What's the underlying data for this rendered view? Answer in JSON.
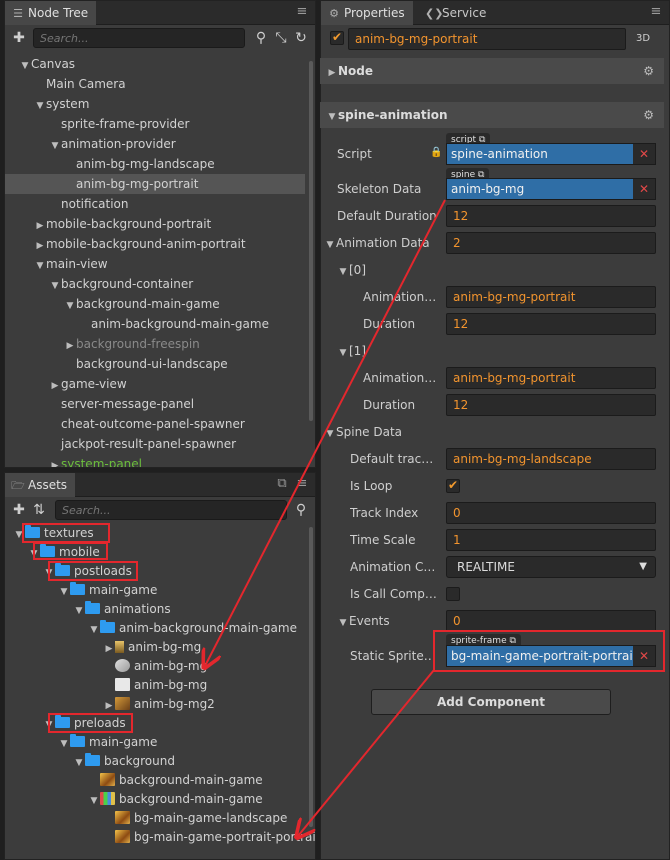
{
  "node_tree": {
    "tab_label": "Node Tree",
    "search_placeholder": "Search...",
    "items": [
      {
        "label": "Canvas",
        "depth": 1,
        "arrow": "down"
      },
      {
        "label": "Main Camera",
        "depth": 2,
        "arrow": ""
      },
      {
        "label": "system",
        "depth": 2,
        "arrow": "down"
      },
      {
        "label": "sprite-frame-provider",
        "depth": 3,
        "arrow": ""
      },
      {
        "label": "animation-provider",
        "depth": 3,
        "arrow": "down"
      },
      {
        "label": "anim-bg-mg-landscape",
        "depth": 4,
        "arrow": ""
      },
      {
        "label": "anim-bg-mg-portrait",
        "depth": 4,
        "arrow": "",
        "selected": true
      },
      {
        "label": "notification",
        "depth": 3,
        "arrow": ""
      },
      {
        "label": "mobile-background-portrait",
        "depth": 2,
        "arrow": "right"
      },
      {
        "label": "mobile-background-anim-portrait",
        "depth": 2,
        "arrow": "right"
      },
      {
        "label": "main-view",
        "depth": 2,
        "arrow": "down"
      },
      {
        "label": "background-container",
        "depth": 3,
        "arrow": "down"
      },
      {
        "label": "background-main-game",
        "depth": 4,
        "arrow": "down"
      },
      {
        "label": "anim-background-main-game",
        "depth": 5,
        "arrow": ""
      },
      {
        "label": "background-freespin",
        "depth": 4,
        "arrow": "right",
        "dim": true
      },
      {
        "label": "background-ui-landscape",
        "depth": 4,
        "arrow": ""
      },
      {
        "label": "game-view",
        "depth": 3,
        "arrow": "right"
      },
      {
        "label": "server-message-panel",
        "depth": 3,
        "arrow": ""
      },
      {
        "label": "cheat-outcome-panel-spawner",
        "depth": 3,
        "arrow": ""
      },
      {
        "label": "jackpot-result-panel-spawner",
        "depth": 3,
        "arrow": ""
      },
      {
        "label": "system-panel",
        "depth": 3,
        "arrow": "right",
        "green": true
      }
    ]
  },
  "assets": {
    "tab_label": "Assets",
    "search_placeholder": "Search...",
    "items": [
      {
        "label": "textures",
        "depth": 1,
        "arrow": "down",
        "icon": "folder"
      },
      {
        "label": "mobile",
        "depth": 2,
        "arrow": "down",
        "icon": "folder"
      },
      {
        "label": "postloads",
        "depth": 3,
        "arrow": "down",
        "icon": "folder"
      },
      {
        "label": "main-game",
        "depth": 4,
        "arrow": "down",
        "icon": "folder"
      },
      {
        "label": "animations",
        "depth": 5,
        "arrow": "down",
        "icon": "folder"
      },
      {
        "label": "anim-background-main-game",
        "depth": 6,
        "arrow": "down",
        "icon": "folder"
      },
      {
        "label": "anim-bg-mg",
        "depth": 7,
        "arrow": "right",
        "icon": "prefab"
      },
      {
        "label": "anim-bg-mg",
        "depth": 7,
        "arrow": "",
        "icon": "spine"
      },
      {
        "label": "anim-bg-mg",
        "depth": 7,
        "arrow": "",
        "icon": "json"
      },
      {
        "label": "anim-bg-mg2",
        "depth": 7,
        "arrow": "right",
        "icon": "anim"
      },
      {
        "label": "preloads",
        "depth": 3,
        "arrow": "down",
        "icon": "folder"
      },
      {
        "label": "main-game",
        "depth": 4,
        "arrow": "down",
        "icon": "folder"
      },
      {
        "label": "background",
        "depth": 5,
        "arrow": "down",
        "icon": "folder"
      },
      {
        "label": "background-main-game",
        "depth": 6,
        "arrow": "",
        "icon": "img"
      },
      {
        "label": "background-main-game",
        "depth": 6,
        "arrow": "down",
        "icon": "atlas"
      },
      {
        "label": "bg-main-game-landscape",
        "depth": 7,
        "arrow": "",
        "icon": "img"
      },
      {
        "label": "bg-main-game-portrait-portrait",
        "depth": 7,
        "arrow": "",
        "icon": "img"
      }
    ]
  },
  "properties": {
    "tab_label": "Properties",
    "service_tab_label": "Service",
    "node_name": "anim-bg-mg-portrait",
    "three_d_label": "3D",
    "node_section": "Node",
    "component_section": "spine-animation",
    "script_label": "Script",
    "script_badge": "script",
    "script_value": "spine-animation",
    "skeleton_label": "Skeleton Data",
    "skeleton_badge": "spine",
    "skeleton_value": "anim-bg-mg",
    "default_duration_label": "Default Duration",
    "default_duration_value": "12",
    "animation_data_label": "Animation Data",
    "animation_data_value": "2",
    "item0_label": "[0]",
    "item0_anim_label": "Animation ...",
    "item0_anim_value": "anim-bg-mg-portrait",
    "item0_duration_label": "Duration",
    "item0_duration_value": "12",
    "item1_label": "[1]",
    "item1_anim_label": "Animation ...",
    "item1_anim_value": "anim-bg-mg-portrait",
    "item1_duration_label": "Duration",
    "item1_duration_value": "12",
    "spine_data_label": "Spine Data",
    "default_track_label": "Default track ...",
    "default_track_value": "anim-bg-mg-landscape",
    "is_loop_label": "Is Loop",
    "is_loop_checked": true,
    "track_index_label": "Track Index",
    "track_index_value": "0",
    "time_scale_label": "Time Scale",
    "time_scale_value": "1",
    "anim_callback_label": "Animation Ca...",
    "anim_callback_value": "REALTIME",
    "is_call_label": "Is Call Compl...",
    "is_call_checked": false,
    "events_label": "Events",
    "events_value": "0",
    "static_sprite_label": "Static Sprite F...",
    "static_sprite_badge": "sprite-frame",
    "static_sprite_value": "bg-main-game-portrait-portrait",
    "add_component_label": "Add Component"
  },
  "colors": {
    "accent_orange": "#f2942e",
    "annotation_red": "#e3272d",
    "ref_blue": "#2f6ea6",
    "folder_blue": "#2e9bf0"
  }
}
